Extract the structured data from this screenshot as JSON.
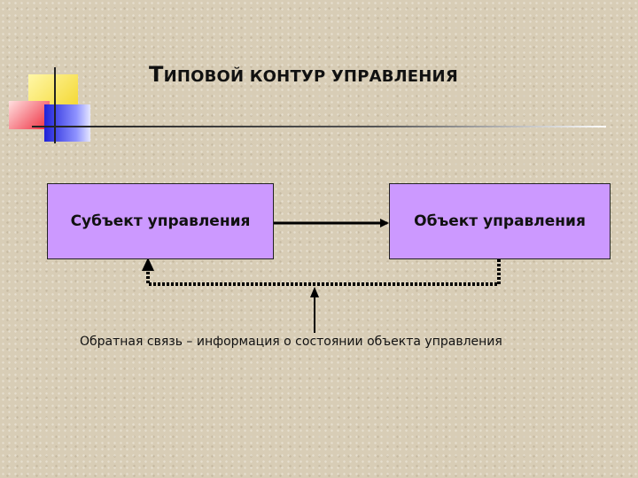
{
  "title": "ТИПОВОЙ КОНТУР УПРАВЛЕНИЯ",
  "nodes": {
    "subject": "Субъект управления",
    "object": "Объект управления"
  },
  "feedback_caption": "Обратная связь – информация о состоянии объекта управления",
  "colors": {
    "box_fill": "#cc99ff",
    "background": "#d8cdb6",
    "accent_yellow": "#f2d21a",
    "accent_red": "#ee2a3c",
    "accent_blue": "#1e22d8"
  }
}
